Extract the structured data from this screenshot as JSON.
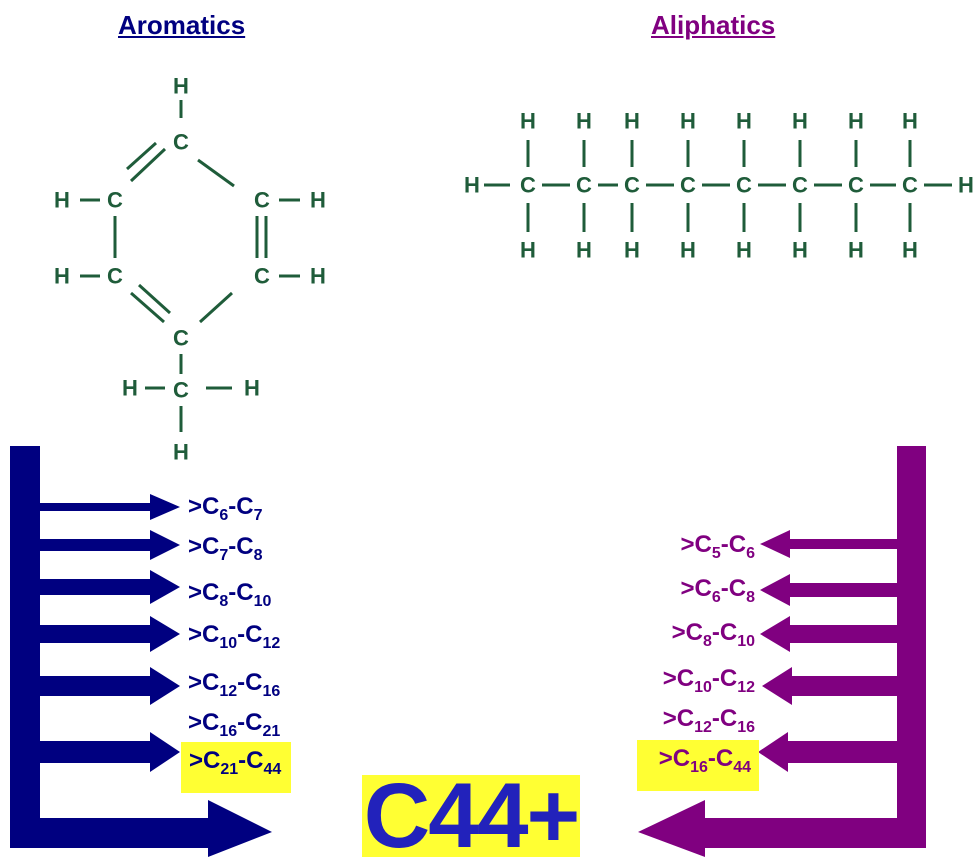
{
  "headers": {
    "aromatics": "Aromatics",
    "aliphatics": "Aliphatics"
  },
  "atoms": {
    "h": "H",
    "c": "C"
  },
  "aromatic_ranges": [
    {
      "lo": "6",
      "hi": "7",
      "highlighted": false
    },
    {
      "lo": "7",
      "hi": "8",
      "highlighted": false
    },
    {
      "lo": "8",
      "hi": "10",
      "highlighted": false
    },
    {
      "lo": "10",
      "hi": "12",
      "highlighted": false
    },
    {
      "lo": "12",
      "hi": "16",
      "highlighted": false
    },
    {
      "lo": "16",
      "hi": "21",
      "highlighted": false
    },
    {
      "lo": "21",
      "hi": "44",
      "highlighted": true
    }
  ],
  "aliphatic_ranges": [
    {
      "lo": "5",
      "hi": "6",
      "highlighted": false
    },
    {
      "lo": "6",
      "hi": "8",
      "highlighted": false
    },
    {
      "lo": "8",
      "hi": "10",
      "highlighted": false
    },
    {
      "lo": "10",
      "hi": "12",
      "highlighted": false
    },
    {
      "lo": "12",
      "hi": "16",
      "highlighted": false
    },
    {
      "lo": "16",
      "hi": "44",
      "highlighted": true
    }
  ],
  "range_prefix": ">C",
  "range_sep": "-C",
  "final_fraction": "C44+",
  "colors": {
    "aromatic": "#000080",
    "aliphatic": "#800080",
    "structure": "#1f5c3a",
    "highlight": "#ffff33",
    "final_text": "#2222bb"
  }
}
